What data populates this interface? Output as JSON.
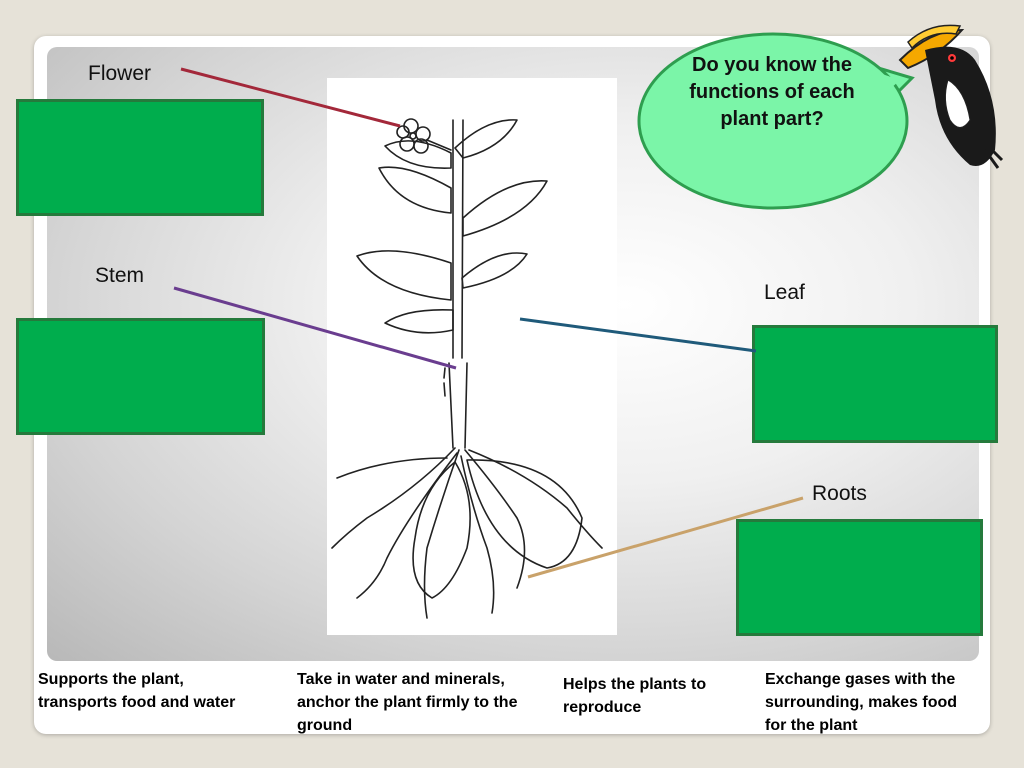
{
  "diagram": {
    "labels": {
      "flower": "Flower",
      "stem": "Stem",
      "leaf": "Leaf",
      "roots": "Roots"
    },
    "bubble_text": "Do you know the functions of each plant part?",
    "clues": [
      "Supports the plant, transports food and water",
      "Take in water and minerals, anchor the plant firmly to the ground",
      "Helps the plants to reproduce",
      "Exchange gases with the surrounding, makes food for the plant"
    ],
    "colors": {
      "answer_box": "#00ad4d",
      "flower_line": "#a3283a",
      "stem_line": "#6a3d8f",
      "leaf_line": "#1f5a7a",
      "roots_line": "#c9a26a",
      "bubble": "#7bf5a8"
    },
    "icons": [
      "hornbill-bird-icon",
      "plant-drawing"
    ]
  }
}
